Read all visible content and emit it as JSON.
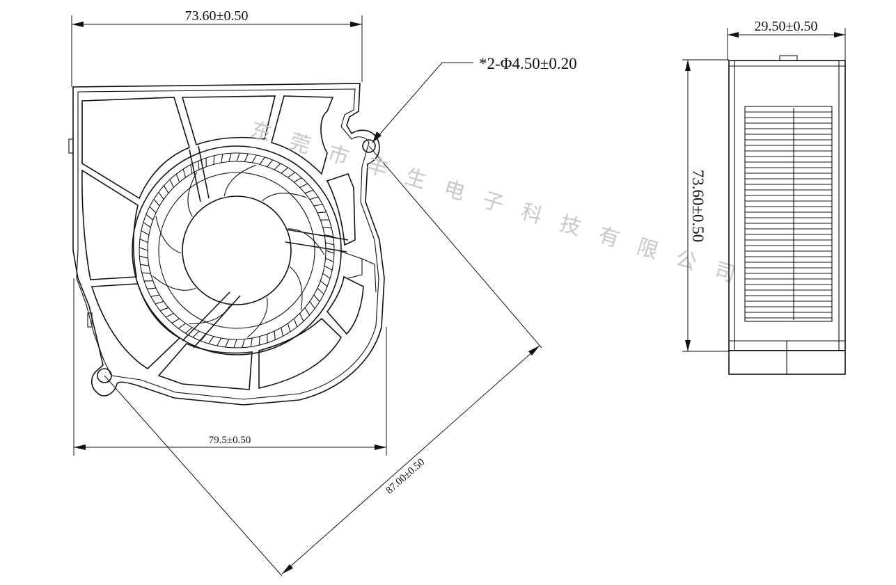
{
  "front_view": {
    "width_dim": "73.60±0.50",
    "bottom_dim": "79.5±0.50",
    "diagonal_dim": "87.00±0.50",
    "hole_dim": "*2-Φ4.50±0.20"
  },
  "side_view": {
    "thickness_dim": "29.50±0.50",
    "height_dim": "73.60±0.50"
  },
  "watermark": [
    "东",
    "莞",
    "市",
    "丰",
    "生",
    "电",
    "子",
    "科",
    "技",
    "有",
    "限",
    "公",
    "司"
  ]
}
